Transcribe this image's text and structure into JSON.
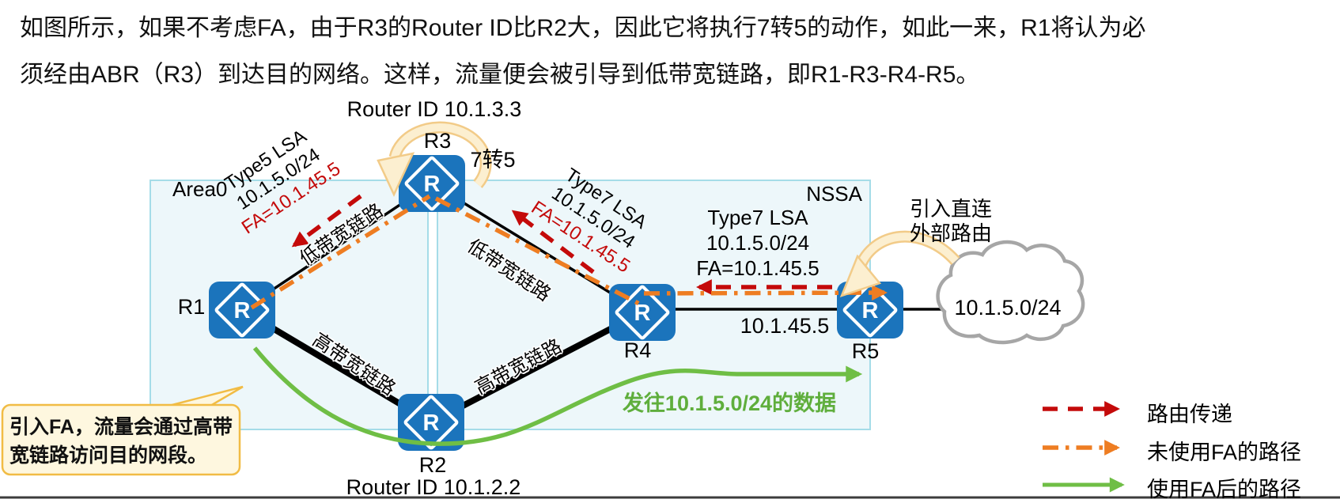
{
  "paragraph": {
    "line1": "如图所示，如果不考虑FA，由于R3的Router ID比R2大，因此它将执行7转5的动作，如此一来，R1将认为必",
    "line2": "须经由ABR（R3）到达目的网络。这样，流量便会被引导到低带宽链路，即R1-R3-R4-R5。"
  },
  "areas": {
    "area0_label": "Area0",
    "nssa_label": "NSSA"
  },
  "routers": {
    "icon_letter": "R",
    "r1": {
      "name": "R1"
    },
    "r2": {
      "name": "R2",
      "router_id": "Router ID 10.1.2.2"
    },
    "r3": {
      "name": "R3",
      "router_id": "Router ID 10.1.3.3",
      "action": "7转5"
    },
    "r4": {
      "name": "R4"
    },
    "r5": {
      "name": "R5"
    }
  },
  "links": {
    "low_bw_label": "低带宽链路",
    "high_bw_label": "高带宽链路",
    "r4_r5_ip": "10.1.45.5"
  },
  "lsa": {
    "type5": {
      "line1": "Type5 LSA",
      "line2": "10.1.5.0/24",
      "fa": "FA=10.1.45.5"
    },
    "type7_mid": {
      "line1": "Type7 LSA",
      "line2": "10.1.5.0/24",
      "fa": "FA=10.1.45.5"
    },
    "type7_right": {
      "line1": "Type7 LSA",
      "line2": "10.1.5.0/24",
      "fa": "FA=10.1.45.5"
    }
  },
  "cloud": {
    "network": "10.1.5.0/24"
  },
  "redistribute": {
    "line1": "引入直连",
    "line2": "外部路由"
  },
  "flow": {
    "green_label": "发往10.1.5.0/24的数据"
  },
  "callout": {
    "line1": "引入FA，流量会通过高带",
    "line2": "宽链路访问目的网段。"
  },
  "legend": [
    {
      "label": "路由传递"
    },
    {
      "label": "未使用FA的路径"
    },
    {
      "label": "使用FA后的路径"
    }
  ],
  "colors": {
    "route_advertise_red": "#C40A0A",
    "path_without_fa_orange": "#EE7D22",
    "path_with_fa_green": "#6FBE45",
    "router_blue": "#1B74BC",
    "area_fill": "#EDF7FA",
    "area_border": "#A5DCE8",
    "callout_fill": "#FEF7DF",
    "callout_border": "#F1BC45"
  }
}
